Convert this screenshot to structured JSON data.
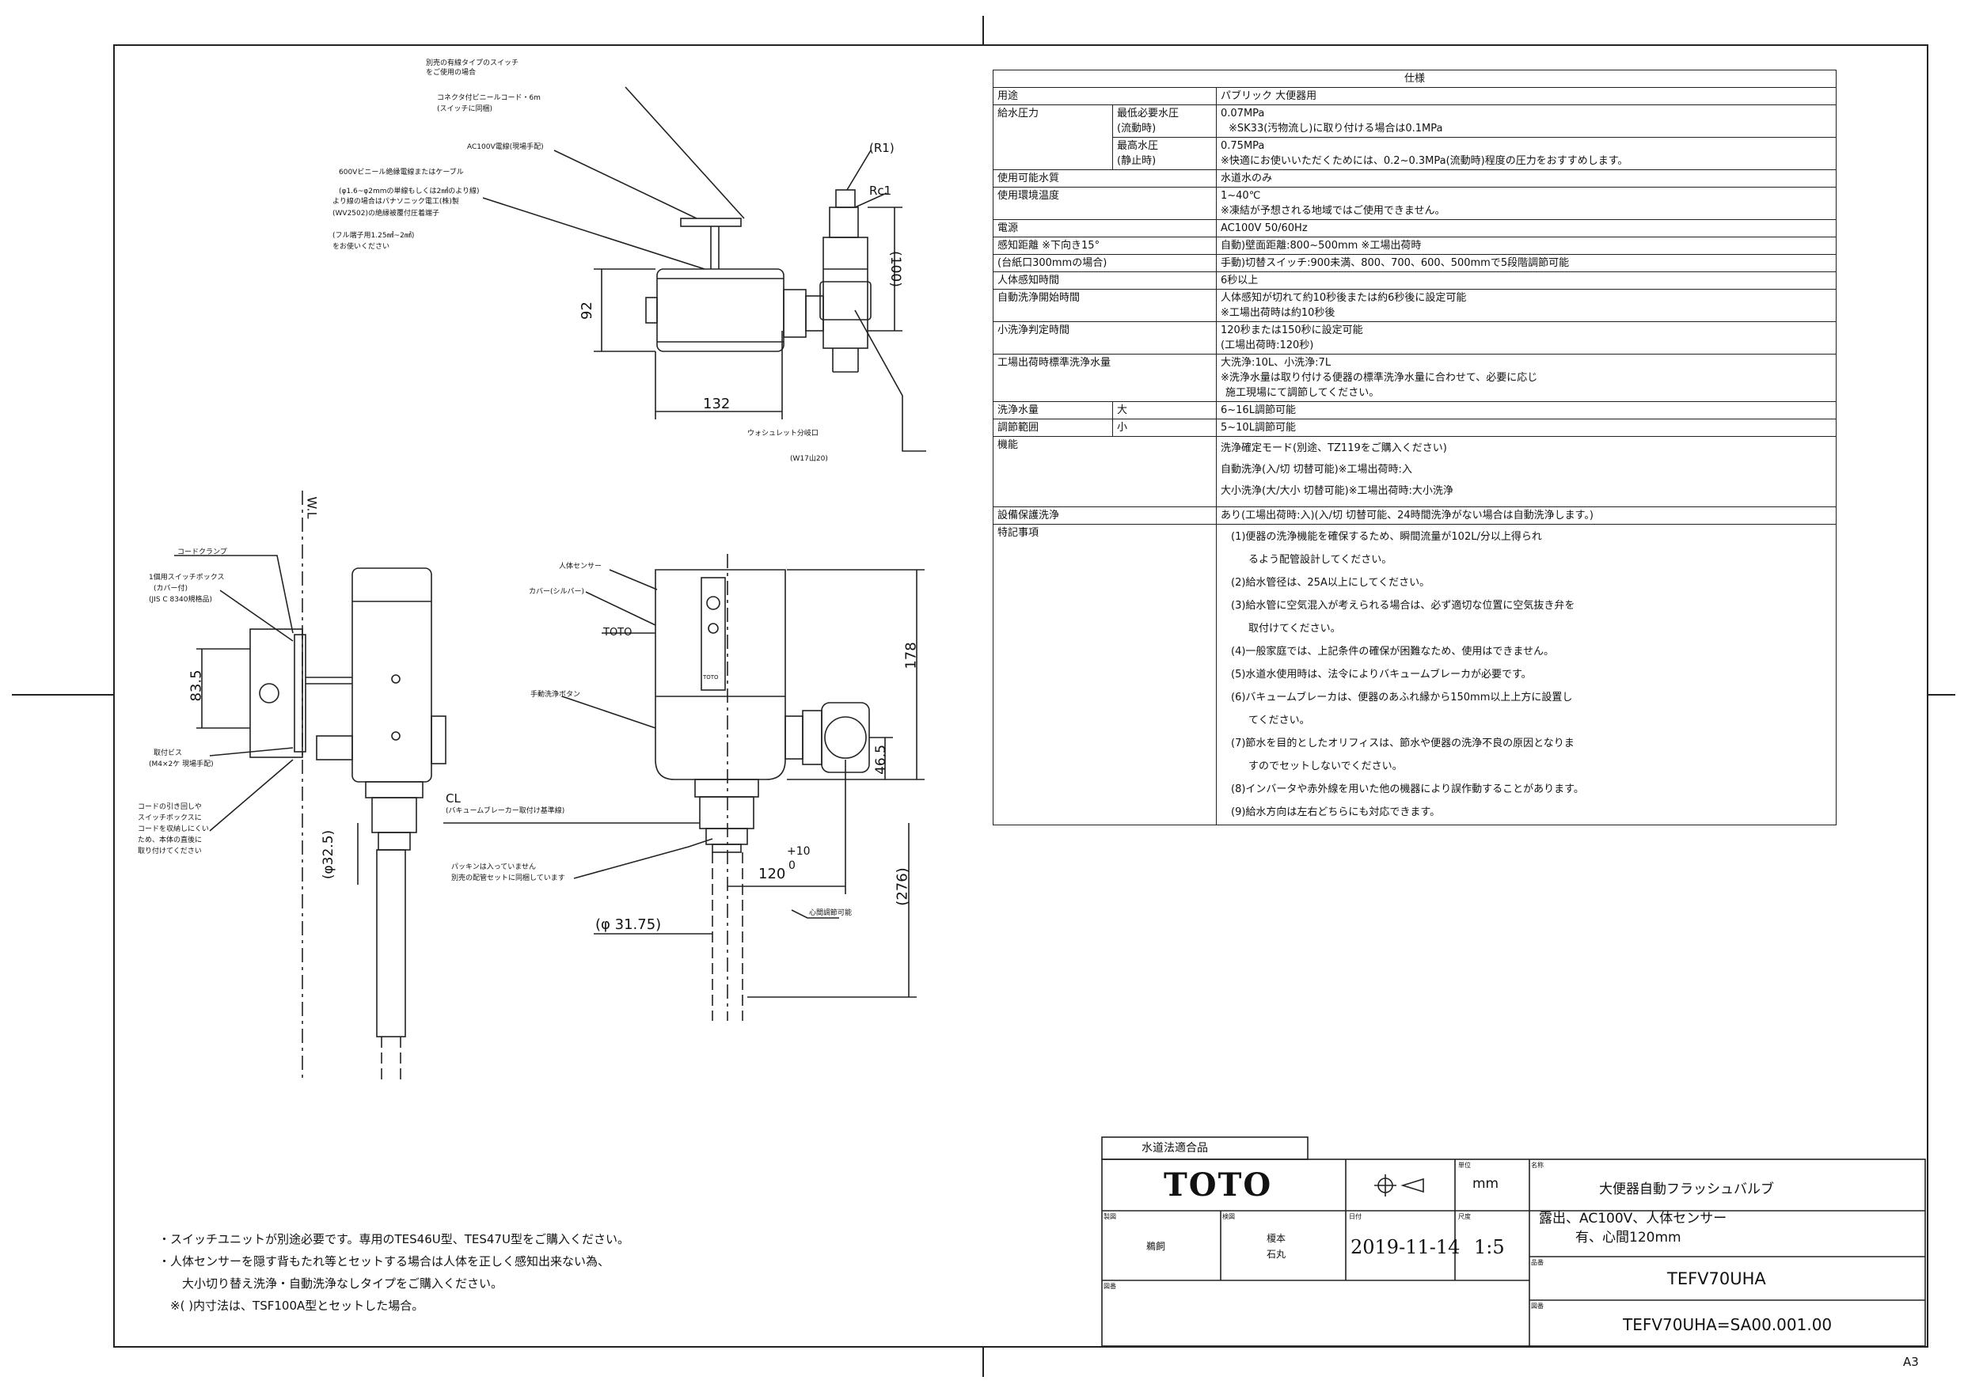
{
  "spec_table": {
    "title": "仕様",
    "rows": [
      {
        "label": "用途",
        "value": [
          "パブリック 大便器用"
        ]
      },
      {
        "label": "給水圧力",
        "sub": [
          {
            "label": [
              "最低必要水圧",
              "(流動時)"
            ],
            "value": [
              "0.07MPa",
              "※SK33(汚物流し)に取り付ける場合は0.1MPa"
            ]
          },
          {
            "label": [
              "最高水圧",
              "(静止時)"
            ],
            "value": [
              "0.75MPa",
              "※快適にお使いいただくためには、0.2~0.3MPa(流動時)程度の圧力をおすすめします。"
            ]
          }
        ]
      },
      {
        "label": "使用可能水質",
        "value": [
          "水道水のみ"
        ]
      },
      {
        "label": "使用環境温度",
        "value": [
          "1~40℃",
          "※凍結が予想される地域ではご使用できません。"
        ]
      },
      {
        "label": "電源",
        "value": [
          "AC100V 50/60Hz"
        ]
      },
      {
        "label": "感知距離 ※下向き15°",
        "value": [
          "自動)壁面距離:800~500mm ※工場出荷時"
        ]
      },
      {
        "label": "(台紙口300mmの場合)",
        "value": [
          "手動)切替スイッチ:900未満、800、700、600、500mmで5段階調節可能"
        ]
      },
      {
        "label": "人体感知時間",
        "value": [
          "6秒以上"
        ]
      },
      {
        "label": "自動洗浄開始時間",
        "value": [
          "人体感知が切れて約10秒後または約6秒後に設定可能",
          "※工場出荷時は約10秒後"
        ]
      },
      {
        "label": "小洗浄判定時間",
        "value": [
          "120秒または150秒に設定可能",
          "(工場出荷時:120秒)"
        ]
      },
      {
        "label": "工場出荷時標準洗浄水量",
        "value": [
          "大洗浄:10L、小洗浄:7L",
          "※洗浄水量は取り付ける便器の標準洗浄水量に合わせて、必要に応じ",
          "施工現場にて調節してください。"
        ]
      },
      {
        "label": "洗浄水量",
        "size": "大",
        "value": [
          "6~16L調節可能"
        ]
      },
      {
        "label": "調節範囲",
        "size": "小",
        "value": [
          "5~10L調節可能"
        ]
      },
      {
        "label": "機能",
        "value": [
          "洗浄確定モード(別途、TZ119をご購入ください)",
          "自動洗浄(入/切 切替可能)※工場出荷時:入",
          "大小洗浄(大/大小 切替可能)※工場出荷時:大小洗浄"
        ]
      },
      {
        "label": "設備保護洗浄",
        "value": [
          "あり(工場出荷時:入)(入/切 切替可能、24時間洗浄がない場合は自動洗浄します。)"
        ]
      },
      {
        "label": "特記事項",
        "value": [
          "(1)便器の洗浄機能を確保するため、瞬間流量が102L/分以上得られ",
          "るよう配管設計してください。",
          "(2)給水管径は、25A以上にしてください。",
          "(3)給水管に空気混入が考えられる場合は、必ず適切な位置に空気抜き弁を",
          "取付けてください。",
          "(4)一般家庭では、上記条件の確保が困難なため、使用はできません。",
          "(5)水道水使用時は、法令によりバキュームブレーカが必要です。",
          "(6)バキュームブレーカは、便器のあふれ縁から150mm以上上方に設置し",
          "てください。",
          "(7)節水を目的としたオリフィスは、節水や便器の洗浄不良の原因となりま",
          "すのでセットしないでください。",
          "(8)インバータや赤外線を用いた他の機器により誤作動することがあります。",
          "(9)給水方向は左右どちらにも対応できます。"
        ]
      }
    ]
  },
  "drawing": {
    "top_labels": {
      "switch_note": [
        "別売の有線タイプのスイッチ",
        "をご使用の場合"
      ],
      "cord": [
        "コネクタ付ビニールコード・6m",
        "(スイッチに同梱)"
      ],
      "ac_wire": "AC100V電線(現場手配)",
      "cable_note": [
        "600Vビニール絶縁電線またはケーブル",
        "(φ1.6~φ2mmの単線もしくは2㎟のより線)",
        "より線の場合はパナソニック電工(株)製",
        "(WV2502)の絶縁被覆付圧着端子",
        "(フル端子用1.25㎟~2㎟)",
        "をお使いください"
      ],
      "r1": "(R1)",
      "rc1": "Rc1",
      "washlet": "ウォシュレット分岐口",
      "washlet_size": "(W17山20)",
      "dim_92": "92",
      "dim_100": "(100)",
      "dim_132": "132"
    },
    "side_labels": {
      "wl": "W.L",
      "cord_clamp": "コードクランプ",
      "switch_box": [
        "1個用スイッチボックス",
        "(カバー付)",
        "(JIS C 8340規格品)"
      ],
      "screws": [
        "取付ビス",
        "(M4×2ケ 現場手配)"
      ],
      "cord_note": [
        "コードの引き回しや",
        "スイッチボックスに",
        "コードを収納しにくい",
        "ため、本体の直後に",
        "取り付けてください"
      ],
      "dim_835": "83.5",
      "dim_325": "(φ32.5)"
    },
    "front_labels": {
      "sensor": "人体センサー",
      "cover": "カバー(シルバー)",
      "toto": "TOTO",
      "manual": "手動洗浄ボタン",
      "cl": "CL",
      "vb": "(バキュームブレーカー取付け基準線)",
      "packing": [
        "パッキンは入っていません",
        "別売の配管セットに同梱しています"
      ],
      "center_adj": "心間調節可能",
      "dim_178": "178",
      "dim_465": "46.5",
      "dim_120": "120",
      "dim_120_tol_plus": "+10",
      "dim_120_tol_minus": "0",
      "dim_276": "(276)",
      "dim_3175": "(φ 31.75)",
      "logo_small": "TOTO"
    }
  },
  "notes": [
    "・スイッチユニットが別途必要です。専用のTES46U型、TES47U型をご購入ください。",
    "・人体センサーを隠す背もたれ等とセットする場合は人体を正しく感知出来ない為、",
    "大小切り替え洗浄・自動洗浄なしタイプをご購入ください。",
    "※( )内寸法は、TSF100A型とセットした場合。"
  ],
  "title_block": {
    "compliance": "水道法適合品",
    "company": "TOTO",
    "unit_label": "単位",
    "unit": "mm",
    "scale_label": "尺度",
    "scale": "1:5",
    "date_label": "日付",
    "date": "2019-11-14",
    "drawn_label": "製図",
    "drawn": "鵜飼",
    "checked_label": "検図",
    "checked": [
      "榎本",
      "石丸"
    ],
    "name_label": "名称",
    "product_name": "大便器自動フラッシュバルブ",
    "desc": [
      "露出、AC100V、人体センサー",
      "有、心間120mm"
    ],
    "model_label": "品番",
    "model": "TEFV70UHA",
    "drawing_no_label": "図番",
    "drawing_no_label2": "図番",
    "drawing_no": "TEFV70UHA=SA00.001.00"
  },
  "sheet_size": "A3"
}
